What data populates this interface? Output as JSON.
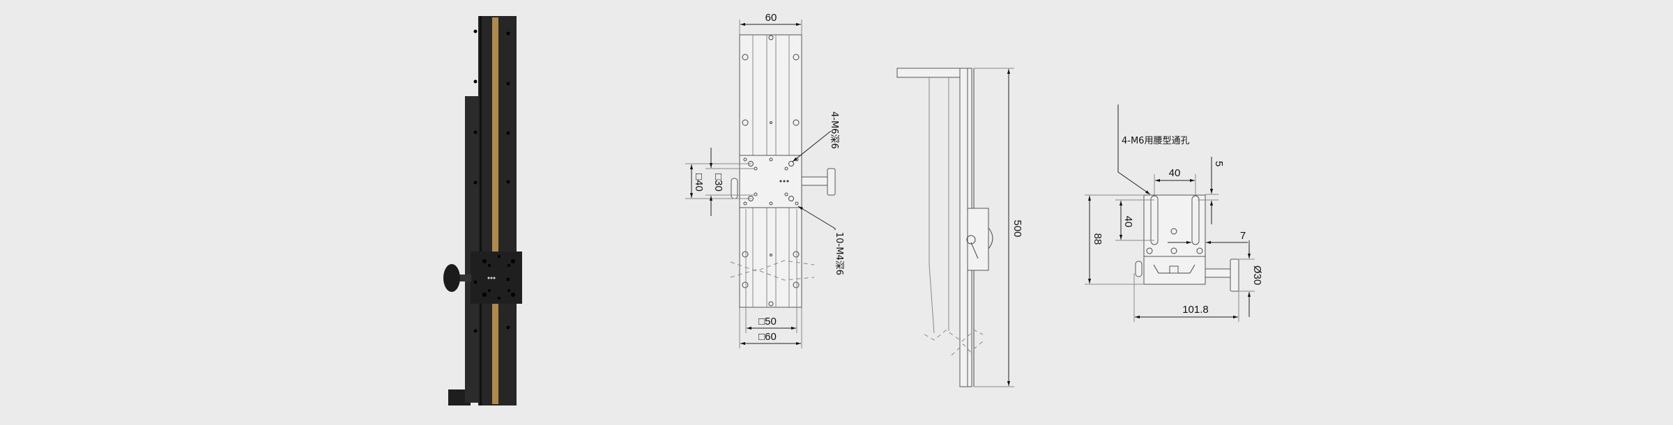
{
  "figure": {
    "product_photo": {
      "colors": {
        "body": "#262626",
        "rack": "#b08a4a",
        "background": "#ebebeb"
      }
    },
    "front_view": {
      "width_top": "60",
      "hole_label_top": "4-M6深6",
      "hole_label_bottom": "10-M4深6",
      "square_40": "□40",
      "square_30": "□30",
      "square_50": "□50",
      "square_60": "□60"
    },
    "side_view": {
      "height": "500"
    },
    "end_view": {
      "slot_label": "4-M6用腰型通孔",
      "slot_spacing": "40",
      "slot_length": "40",
      "offset_top": "5",
      "height": "88",
      "offset_side": "7",
      "knob_diameter": "Ø30",
      "overall_width": "101.8"
    }
  }
}
